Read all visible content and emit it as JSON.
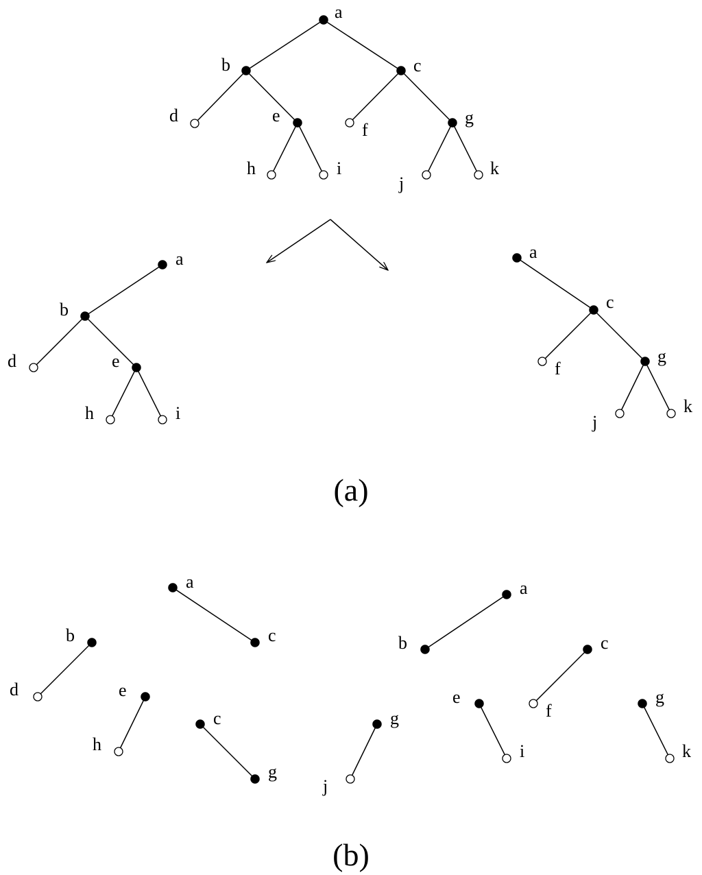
{
  "captions": {
    "a": "(a)",
    "b": "(b)"
  },
  "node_labels": {
    "a": "a",
    "b": "b",
    "c": "c",
    "d": "d",
    "e": "e",
    "f": "f",
    "g": "g",
    "h": "h",
    "i": "i",
    "j": "j",
    "k": "k"
  }
}
